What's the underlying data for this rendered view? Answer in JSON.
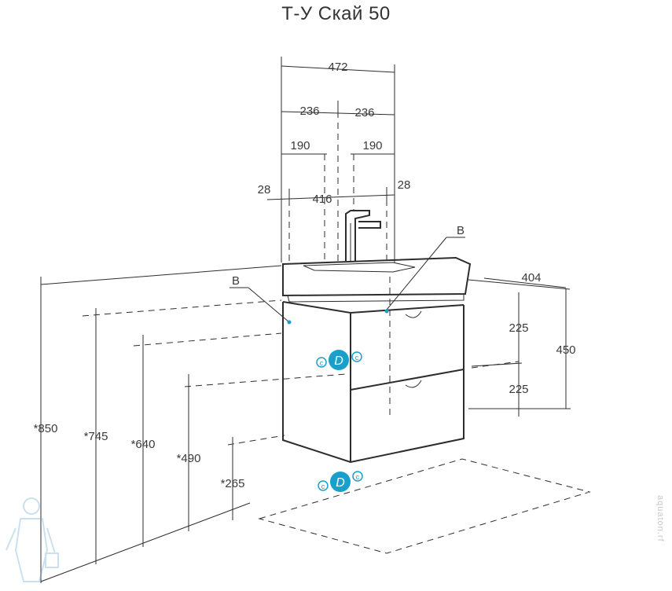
{
  "title": "Т-У Скай 50",
  "dimensions": {
    "width_total": "472",
    "half_left": "236",
    "half_right": "236",
    "drain_left": "190",
    "drain_right": "190",
    "inner_width": "416",
    "margin_left": "28",
    "margin_right": "28",
    "depth": "404",
    "drawer_top": "225",
    "drawer_bottom": "225",
    "cabinet_height": "450",
    "h850": "*850",
    "h745": "*745",
    "h640": "*640",
    "h490": "*490",
    "h265": "*265"
  },
  "markers": {
    "b_left": "B",
    "b_right": "B",
    "d_wall": "D",
    "d_floor": "D",
    "c": "c"
  },
  "watermark": "aquaton.rf",
  "colors": {
    "accent": "#1a9fcc",
    "line": "#2d2d2d"
  }
}
